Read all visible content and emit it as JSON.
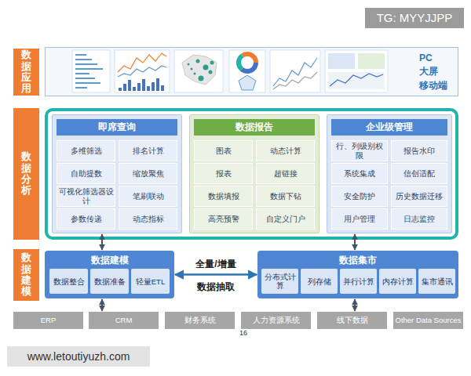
{
  "diagram": {
    "nodes": [
      {
        "text": [
          "数据应用"
        ]
      },
      {
        "text": [
          "PC 大屏 移动端"
        ]
      },
      {
        "text": [
          "数据分析"
        ]
      },
      {
        "text": [
          "即席查询"
        ]
      },
      {
        "text": [
          "多维筛选"
        ],
        "in": 3
      },
      {
        "text": [
          "排名计算"
        ],
        "in": 3
      },
      {
        "text": [
          "自助提数"
        ],
        "in": 3
      },
      {
        "text": [
          "缩放聚焦"
        ],
        "in": 3
      },
      {
        "text": [
          "可视化筛选器设计"
        ],
        "in": 3
      },
      {
        "text": [
          "笔刷联动"
        ],
        "in": 3
      },
      {
        "text": [
          "参数传递"
        ],
        "in": 3
      },
      {
        "text": [
          "动态指标"
        ],
        "in": 3
      },
      {
        "text": [
          "数据报告"
        ]
      },
      {
        "text": [
          "图表"
        ],
        "in": 12
      },
      {
        "text": [
          "动态计算"
        ],
        "in": 12
      },
      {
        "text": [
          "报表"
        ],
        "in": 12
      },
      {
        "text": [
          "超链接"
        ],
        "in": 12
      },
      {
        "text": [
          "数据填报"
        ],
        "in": 12
      },
      {
        "text": [
          "数据下钻"
        ],
        "in": 12
      },
      {
        "text": [
          "高亮预警"
        ],
        "in": 12
      },
      {
        "text": [
          "自定义门户"
        ],
        "in": 12
      },
      {
        "text": [
          "企业级管理"
        ]
      },
      {
        "text": [
          "行、列级别权限"
        ],
        "in": 21
      },
      {
        "text": [
          "报告水印"
        ],
        "in": 21
      },
      {
        "text": [
          "系统集成"
        ],
        "in": 21
      },
      {
        "text": [
          "信创适配"
        ],
        "in": 21
      },
      {
        "text": [
          "安全防护"
        ],
        "in": 21
      },
      {
        "text": [
          "历史数据迁移"
        ],
        "in": 21
      },
      {
        "text": [
          "用户管理"
        ],
        "in": 21
      },
      {
        "text": [
          "日志监控"
        ],
        "in": 21
      },
      {
        "text": [
          "数据建模"
        ]
      },
      {
        "text": [
          "数据建模"
        ]
      },
      {
        "text": [
          "数据整合"
        ],
        "in": 31
      },
      {
        "text": [
          "数据准备"
        ],
        "in": 31
      },
      {
        "text": [
          "轻量ETL"
        ],
        "in": 31
      },
      {
        "text": [
          "数据集市"
        ]
      },
      {
        "text": [
          "分布式计算"
        ],
        "in": 35
      },
      {
        "text": [
          "列存储"
        ],
        "in": 35
      },
      {
        "text": [
          "并行计算"
        ],
        "in": 35
      },
      {
        "text": [
          "内存计算"
        ],
        "in": 35
      },
      {
        "text": [
          "集市通讯"
        ],
        "in": 35
      },
      {
        "text": [
          "ERP"
        ]
      },
      {
        "text": [
          "CRM"
        ]
      },
      {
        "text": [
          "财务系统"
        ]
      },
      {
        "text": [
          "人力资源系统"
        ]
      },
      {
        "text": [
          "线下数据"
        ]
      },
      {
        "text": [
          "Other Data Sources"
        ]
      }
    ],
    "edges": [
      {
        "from": 31,
        "to": 3,
        "arrow": "both"
      },
      {
        "from": 35,
        "to": 21,
        "arrow": "both"
      },
      {
        "from": 31,
        "to": 42,
        "arrow": "both"
      },
      {
        "from": 35,
        "to": 45,
        "arrow": "both"
      },
      {
        "from": 31,
        "to": 35,
        "arrow": "both",
        "label": "全量/增量"
      }
    ],
    "labels": [
      "数据抽取",
      "16",
      "TG: MYYJJPP",
      "www.letoutiyuzh.com"
    ]
  }
}
